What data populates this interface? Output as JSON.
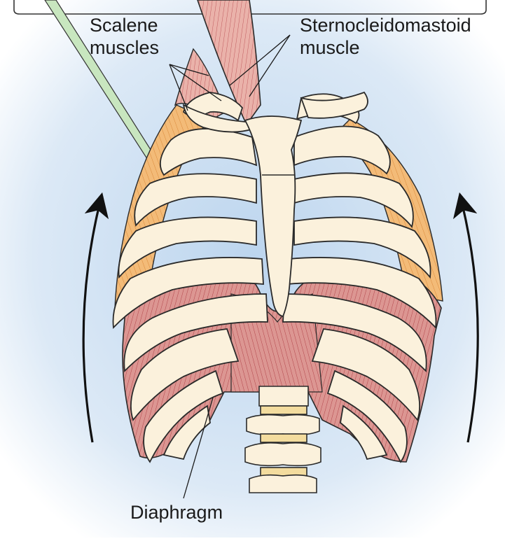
{
  "labels": {
    "scalene": [
      "Scalene",
      "muscles"
    ],
    "sternocleidomastoid": [
      "Sternocleidomastoid",
      "muscle"
    ],
    "diaphragm": "Diaphragm"
  },
  "colors": {
    "background_glow": "#c6dcef",
    "bone": "#fbf1dc",
    "bone_outline": "#2a2a2a",
    "intercostal_muscle": "#f2b873",
    "diaphragm_muscle": "#d98a86",
    "neck_muscle": "#e7a9a1",
    "arrow": "#111111",
    "pointer_fill": "#c8e6bf"
  }
}
